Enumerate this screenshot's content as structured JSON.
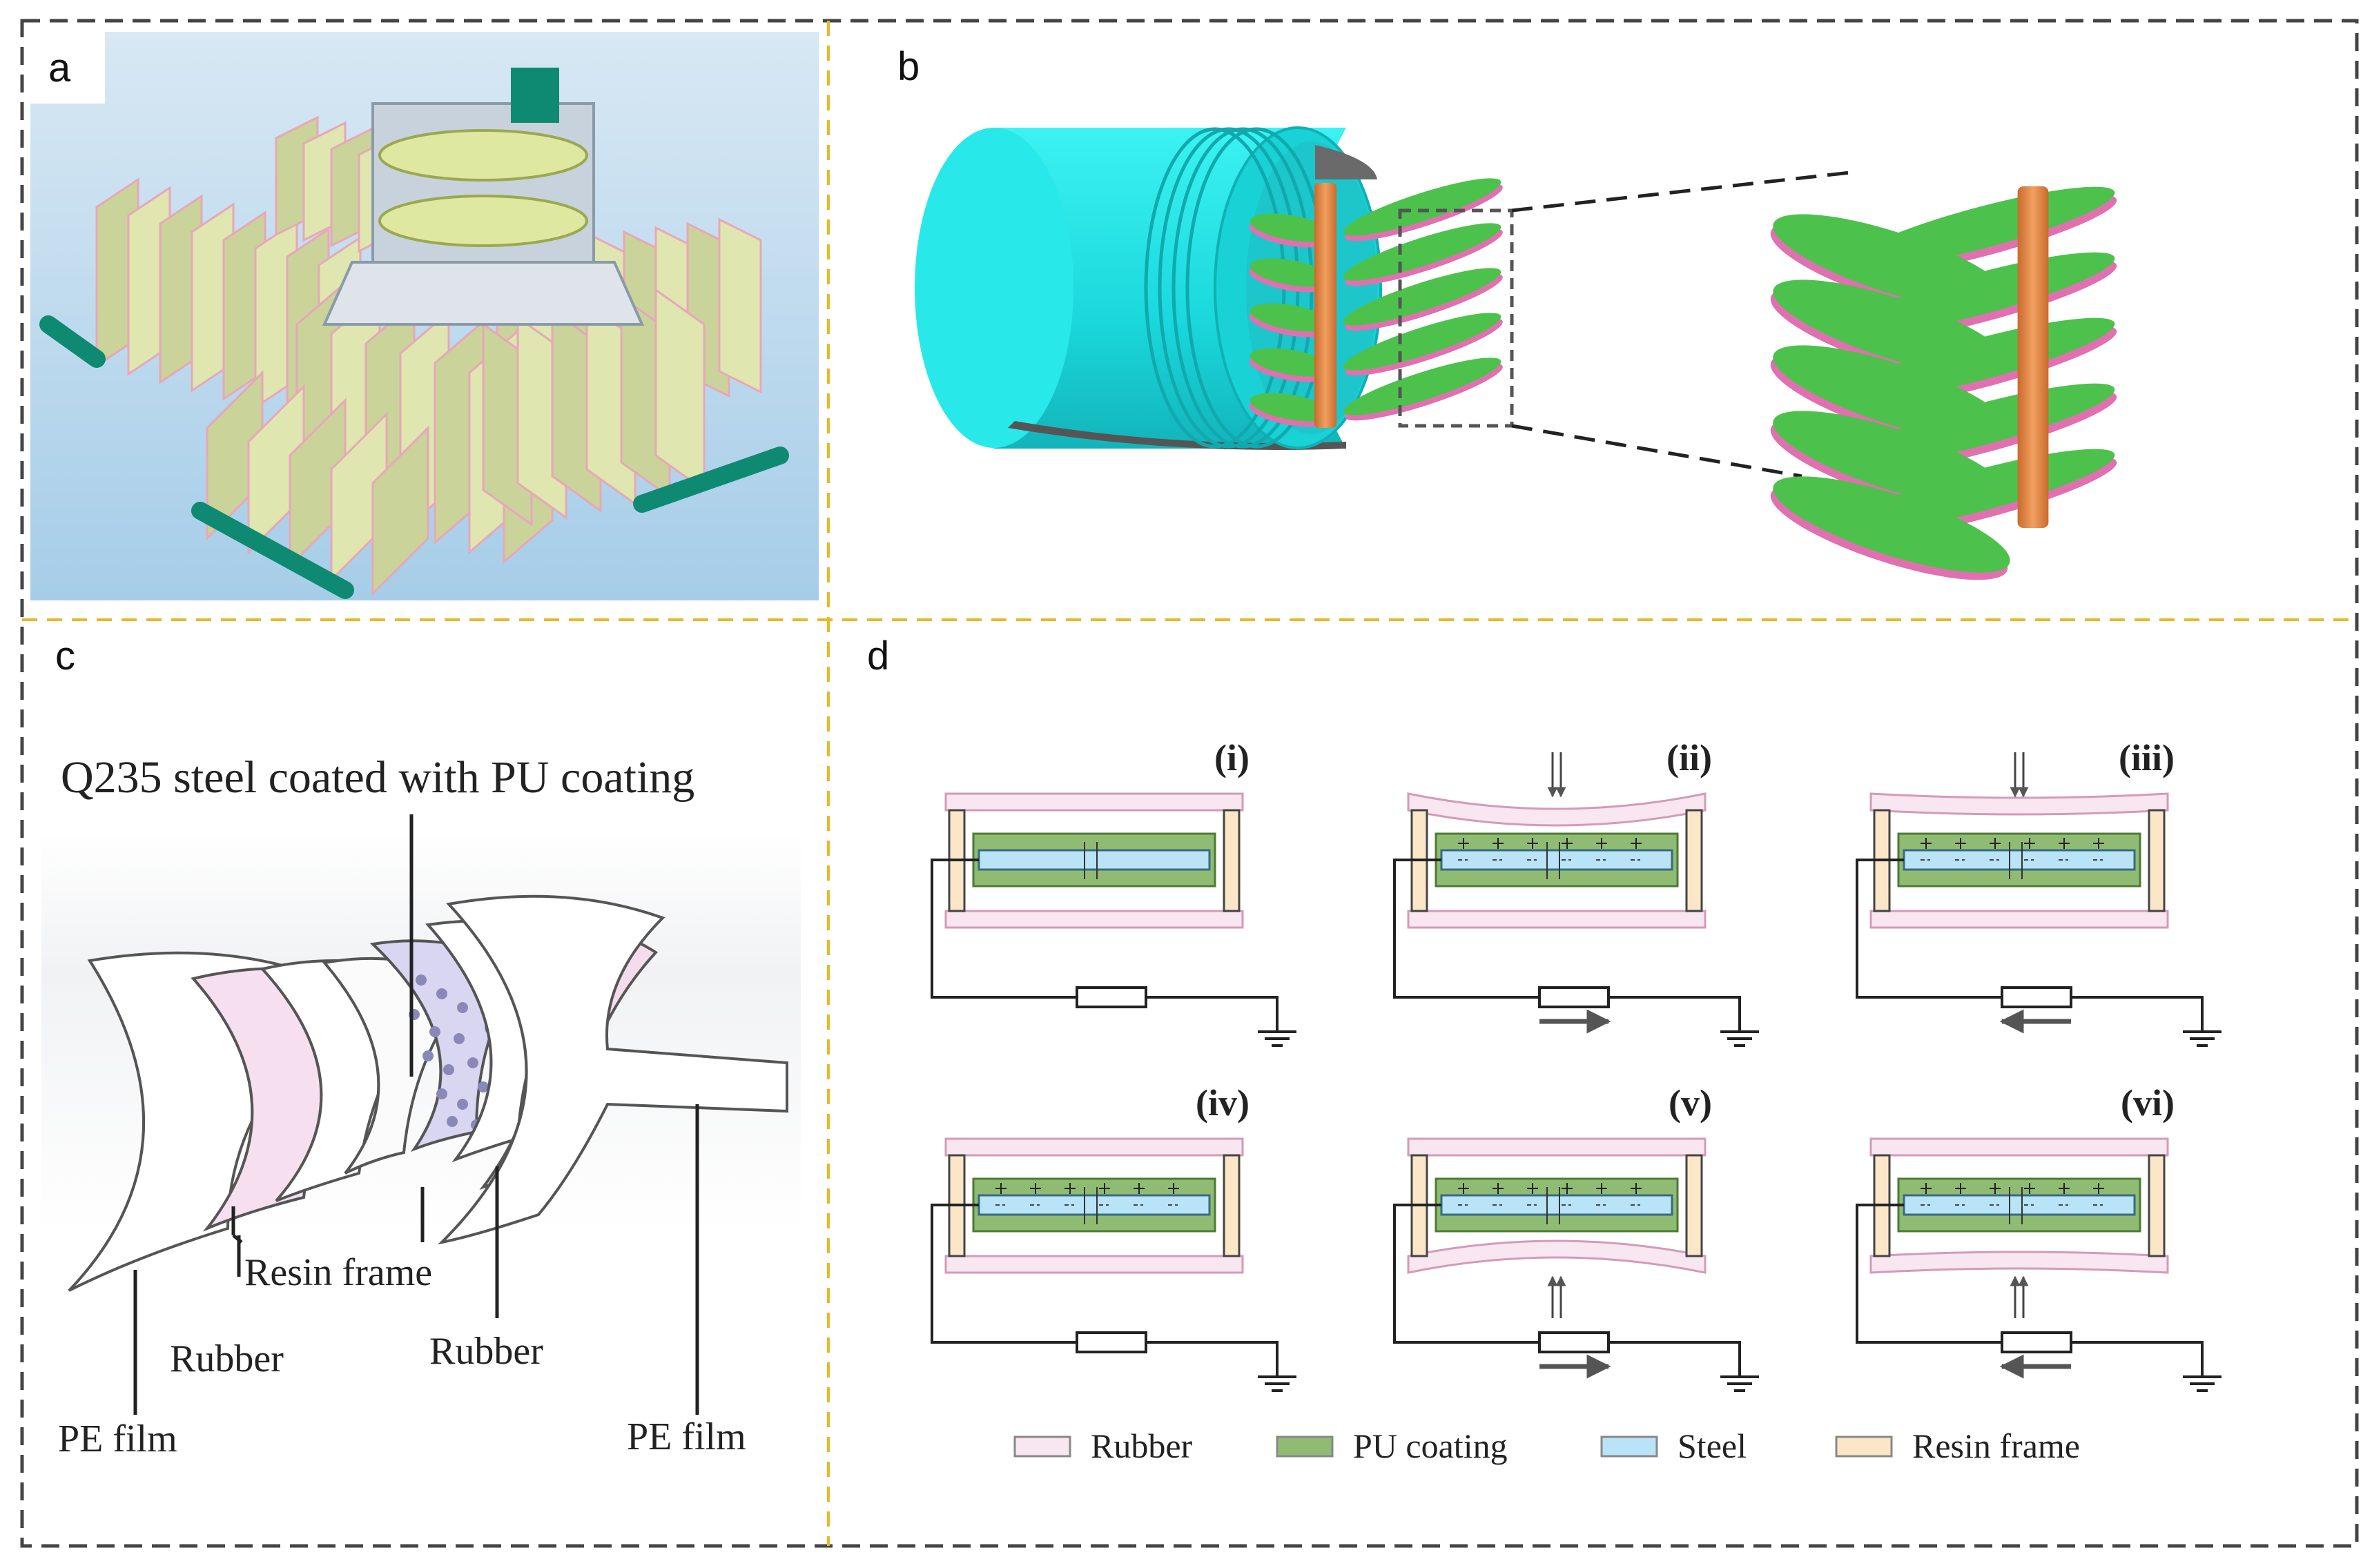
{
  "panels": {
    "a": {
      "letter": "a"
    },
    "b": {
      "letter": "b"
    },
    "c": {
      "letter": "c",
      "title": "Q235 steel coated with PU coating",
      "labels": {
        "resin_frame": "Resin frame",
        "rubber_left": "Rubber",
        "rubber_right": "Rubber",
        "pe_film_left": "PE film",
        "pe_film_right": "PE film"
      }
    },
    "d": {
      "letter": "d",
      "cells": [
        {
          "label": "(i)"
        },
        {
          "label": "(ii)"
        },
        {
          "label": "(iii)"
        },
        {
          "label": "(iv)"
        },
        {
          "label": "(v)"
        },
        {
          "label": "(vi)"
        }
      ],
      "legend": [
        {
          "label": "Rubber",
          "color": "#f8e6f0"
        },
        {
          "label": "PU coating",
          "color": "#8fbc72"
        },
        {
          "label": "Steel",
          "color": "#b9e3f6"
        },
        {
          "label": "Resin frame",
          "color": "#fbe6c8"
        }
      ]
    }
  },
  "colors": {
    "outer_border": "#444444",
    "panel_divider": "#e8b829",
    "cylinder": "#22e6e6",
    "leaf_green": "#4cc24c",
    "leaf_pink": "#e070b0",
    "rod": "#e8904a",
    "scene_bg_a": "#a6cde8"
  }
}
